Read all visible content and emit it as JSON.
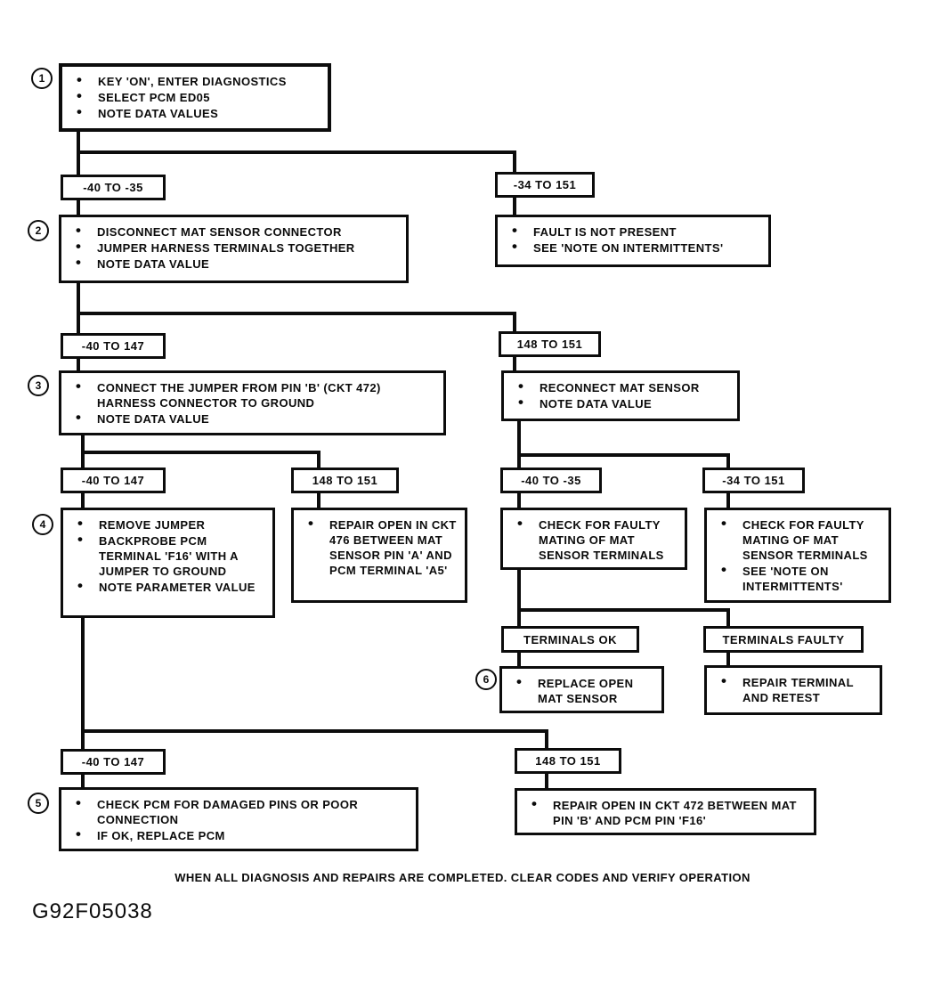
{
  "diagram": {
    "footer": "WHEN ALL DIAGNOSIS AND REPAIRS ARE COMPLETED. CLEAR CODES AND VERIFY OPERATION",
    "figure_id": "G92F05038"
  },
  "steps": {
    "step1": {
      "num": "1",
      "bullets": [
        "KEY 'ON', ENTER DIAGNOSTICS",
        "SELECT PCM ED05",
        "NOTE DATA VALUES"
      ]
    },
    "step2": {
      "num": "2",
      "bullets": [
        "DISCONNECT MAT SENSOR CONNECTOR",
        "JUMPER HARNESS TERMINALS TOGETHER",
        "NOTE DATA VALUE"
      ]
    },
    "fault_not_present": {
      "bullets": [
        "FAULT IS NOT PRESENT",
        "SEE 'NOTE ON INTERMITTENTS'"
      ]
    },
    "step3": {
      "num": "3",
      "bullets": [
        "CONNECT THE JUMPER FROM PIN 'B' (CKT 472) HARNESS CONNECTOR TO GROUND",
        "NOTE DATA VALUE"
      ]
    },
    "reconnect": {
      "bullets": [
        "RECONNECT MAT SENSOR",
        "NOTE DATA VALUE"
      ]
    },
    "step4": {
      "num": "4",
      "bullets": [
        "REMOVE JUMPER",
        "BACKPROBE PCM TERMINAL 'F16' WITH A JUMPER TO GROUND",
        "NOTE PARAMETER VALUE"
      ]
    },
    "repair_ckt476": {
      "bullets": [
        "REPAIR OPEN IN CKT 476 BETWEEN MAT SENSOR PIN 'A' AND PCM TERMINAL 'A5'"
      ]
    },
    "check_mating": {
      "bullets": [
        "CHECK FOR FAULTY MATING OF MAT SENSOR TERMINALS"
      ]
    },
    "check_mating_intermittent": {
      "bullets": [
        "CHECK FOR FAULTY MATING OF MAT SENSOR TERMINALS",
        "SEE 'NOTE ON INTERMITTENTS'"
      ]
    },
    "step6": {
      "num": "6",
      "bullets": [
        "REPLACE OPEN MAT SENSOR"
      ]
    },
    "repair_terminal": {
      "bullets": [
        "REPAIR TERMINAL AND RETEST"
      ]
    },
    "step5": {
      "num": "5",
      "bullets": [
        "CHECK PCM FOR DAMAGED PINS OR POOR CONNECTION",
        "IF OK, REPLACE PCM"
      ]
    },
    "repair_ckt472": {
      "bullets": [
        "REPAIR OPEN IN CKT 472 BETWEEN MAT PIN 'B' AND PCM PIN 'F16'"
      ]
    }
  },
  "ranges": {
    "r1a": "-40 TO -35",
    "r1b": "-34 TO 151",
    "r2a": "-40 TO 147",
    "r2b": "148 TO 151",
    "r3a": "-40 TO 147",
    "r3b": "148 TO 151",
    "r3c": "-40 TO -35",
    "r3d": "-34 TO 151",
    "r4a": "TERMINALS OK",
    "r4b": "TERMINALS FAULTY",
    "r5a": "-40 TO 147",
    "r5b": "148 TO 151"
  }
}
